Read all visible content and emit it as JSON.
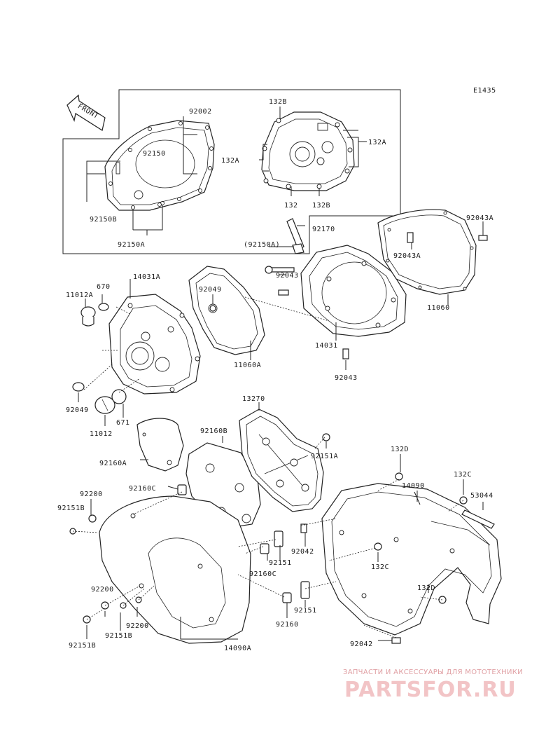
{
  "diagram": {
    "code": "E1435",
    "front_label": "FRONT",
    "labels": [
      {
        "key": "92002",
        "text": "92002"
      },
      {
        "key": "92150_top",
        "text": "92150"
      },
      {
        "key": "92150B",
        "text": "92150B"
      },
      {
        "key": "92150A",
        "text": "92150A"
      },
      {
        "key": "132B_top",
        "text": "132B"
      },
      {
        "key": "132A_right",
        "text": "132A"
      },
      {
        "key": "132A_left",
        "text": "132A"
      },
      {
        "key": "132",
        "text": "132"
      },
      {
        "key": "132B_bot",
        "text": "132B"
      },
      {
        "key": "92170",
        "text": "92170"
      },
      {
        "key": "92150A_p",
        "text": "(92150A)"
      },
      {
        "key": "92043_a",
        "text": "92043"
      },
      {
        "key": "92043A_1",
        "text": "92043A"
      },
      {
        "key": "92043A_2",
        "text": "92043A"
      },
      {
        "key": "11060",
        "text": "11060"
      },
      {
        "key": "14031A",
        "text": "14031A"
      },
      {
        "key": "11012A",
        "text": "11012A"
      },
      {
        "key": "670",
        "text": "670"
      },
      {
        "key": "92049_a",
        "text": "92049"
      },
      {
        "key": "11060A",
        "text": "11060A"
      },
      {
        "key": "14031",
        "text": "14031"
      },
      {
        "key": "92043_b",
        "text": "92043"
      },
      {
        "key": "92049_b",
        "text": "92049"
      },
      {
        "key": "671",
        "text": "671"
      },
      {
        "key": "11012",
        "text": "11012"
      },
      {
        "key": "13270",
        "text": "13270"
      },
      {
        "key": "92160B",
        "text": "92160B"
      },
      {
        "key": "92151A",
        "text": "92151A"
      },
      {
        "key": "92160A",
        "text": "92160A"
      },
      {
        "key": "132D_a",
        "text": "132D"
      },
      {
        "key": "14090",
        "text": "14090"
      },
      {
        "key": "132C_a",
        "text": "132C"
      },
      {
        "key": "53044",
        "text": "53044"
      },
      {
        "key": "92200_a",
        "text": "92200"
      },
      {
        "key": "92160C_a",
        "text": "92160C"
      },
      {
        "key": "92151B_a",
        "text": "92151B"
      },
      {
        "key": "92042_a",
        "text": "92042"
      },
      {
        "key": "92151_a",
        "text": "92151"
      },
      {
        "key": "92160C_b",
        "text": "92160C"
      },
      {
        "key": "132C_b",
        "text": "132C"
      },
      {
        "key": "92200_b",
        "text": "92200"
      },
      {
        "key": "132D_b",
        "text": "132D"
      },
      {
        "key": "92200_c",
        "text": "92200"
      },
      {
        "key": "92151B_b",
        "text": "92151B"
      },
      {
        "key": "92151_b",
        "text": "92151"
      },
      {
        "key": "92160",
        "text": "92160"
      },
      {
        "key": "92151B_c",
        "text": "92151B"
      },
      {
        "key": "14090A",
        "text": "14090A"
      },
      {
        "key": "92042_b",
        "text": "92042"
      }
    ]
  },
  "watermark": {
    "tagline": "ЗАПЧАСТИ И АКСЕССУАРЫ ДЛЯ МОТОТЕХНИКИ",
    "brand": "PARTSFOR.RU"
  }
}
